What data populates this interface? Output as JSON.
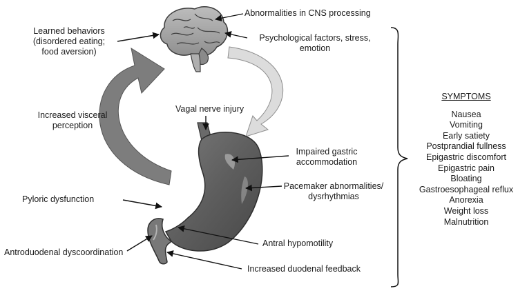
{
  "labels": {
    "cns": "Abnormalities in CNS processing",
    "learned_1": "Learned behaviors",
    "learned_2": "(disordered eating;",
    "learned_3": "food aversion)",
    "psych_1": "Psychological factors, stress,",
    "psych_2": "emotion",
    "visceral_1": "Increased visceral",
    "visceral_2": "perception",
    "vagal": "Vagal nerve injury",
    "gastric_1": "Impaired gastric",
    "gastric_2": "accommodation",
    "pacemaker_1": "Pacemaker abnormalities/",
    "pacemaker_2": "dysrhythmias",
    "pyloric": "Pyloric dysfunction",
    "antral": "Antral hypomotility",
    "antroduodenal": "Antroduodenal dyscoordination",
    "duodenal": "Increased duodenal feedback"
  },
  "symptoms": {
    "title": "SYMPTOMS",
    "items": [
      "Nausea",
      "Vomiting",
      "Early satiety",
      "Postprandial fullness",
      "Epigastric discomfort",
      "Epigastric pain",
      "Bloating",
      "Gastroesophageal reflux",
      "Anorexia",
      "Weight loss",
      "Malnutrition"
    ]
  }
}
